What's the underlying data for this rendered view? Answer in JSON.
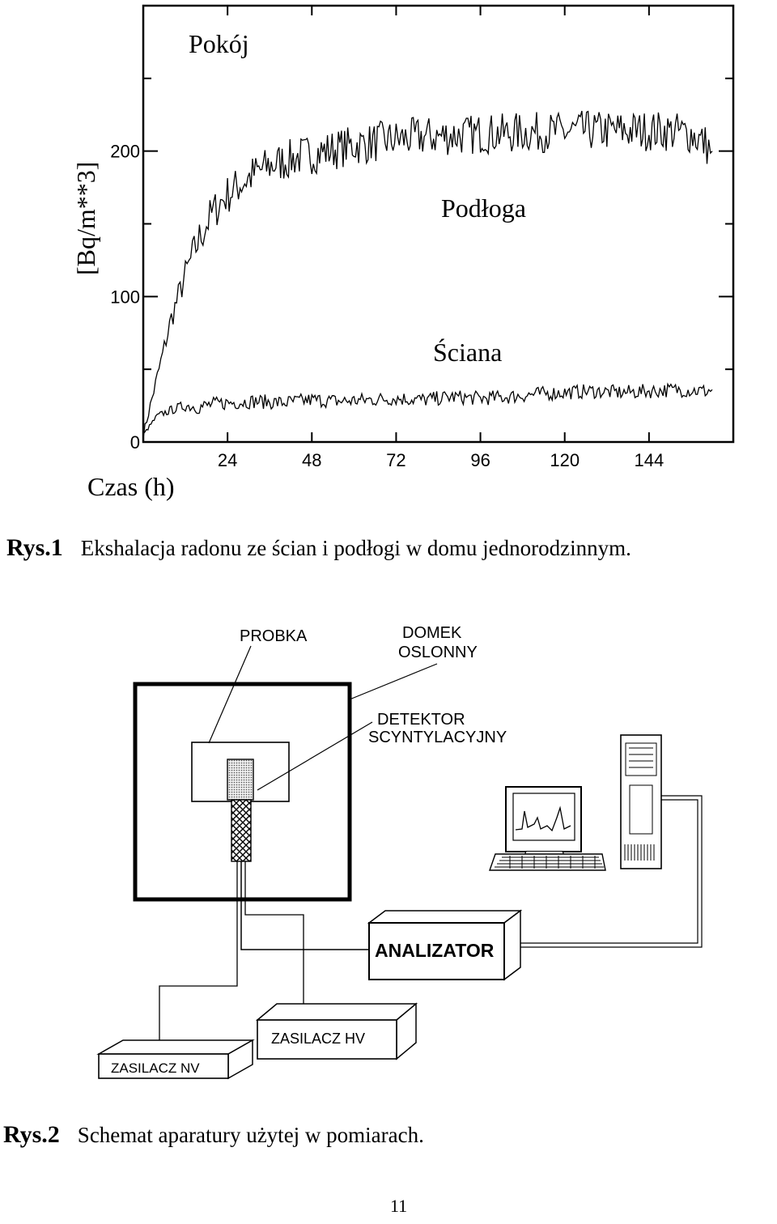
{
  "figure1": {
    "caption_label": "Rys.1",
    "caption_text": "Ekshalacja radonu ze ścian i podłogi w domu jednorodzinnym."
  },
  "figure2": {
    "caption_label": "Rys.2",
    "caption_text": "Schemat aparatury użytej w pomiarach.",
    "labels": {
      "probka": "PROBKA",
      "domek_line1": "DOMEK",
      "domek_line2": "OSLONNY",
      "detektor_line1": "DETEKTOR",
      "detektor_line2": "SCYNTYLACYJNY",
      "analizator": "ANALIZATOR",
      "zasilacz_nv": "ZASILACZ NV",
      "zasilacz_hv": "ZASILACZ HV"
    }
  },
  "page_number": "11",
  "chart_data": {
    "type": "line",
    "title": "",
    "xlabel": "Czas (h)",
    "ylabel": "[Bq/m**3]",
    "xlim": [
      0,
      168
    ],
    "ylim": [
      0,
      300
    ],
    "x_ticks": [
      24,
      48,
      72,
      96,
      120,
      144
    ],
    "x_tick_labels": [
      "24",
      "48",
      "72",
      "96",
      "120",
      "144"
    ],
    "y_ticks": [
      0,
      100,
      200
    ],
    "y_tick_labels": [
      "0",
      "100",
      "200"
    ],
    "annotations": [
      "Pokój"
    ],
    "series": [
      {
        "name": "Podłoga",
        "x": [
          0,
          2,
          4,
          6,
          8,
          10,
          12,
          14,
          16,
          18,
          20,
          22,
          24,
          28,
          32,
          36,
          40,
          44,
          48,
          52,
          56,
          60,
          64,
          68,
          72,
          76,
          80,
          84,
          88,
          92,
          96,
          100,
          104,
          108,
          112,
          116,
          120,
          124,
          128,
          132,
          136,
          140,
          144,
          148,
          152,
          156,
          160,
          162
        ],
        "y": [
          5,
          25,
          45,
          65,
          85,
          100,
          115,
          128,
          140,
          150,
          158,
          165,
          170,
          178,
          185,
          190,
          193,
          196,
          198,
          200,
          202,
          204,
          205,
          207,
          208,
          209,
          210,
          210,
          211,
          211,
          212,
          212,
          212,
          213,
          213,
          213,
          213,
          214,
          214,
          214,
          214,
          214,
          214,
          214,
          213,
          212,
          205,
          200
        ]
      },
      {
        "name": "Ściana",
        "x": [
          0,
          4,
          8,
          12,
          16,
          20,
          24,
          32,
          40,
          48,
          56,
          64,
          72,
          80,
          88,
          96,
          104,
          112,
          120,
          128,
          136,
          144,
          152,
          160,
          162
        ],
        "y": [
          5,
          18,
          22,
          25,
          24,
          26,
          27,
          28,
          27,
          29,
          28,
          29,
          30,
          29,
          31,
          30,
          31,
          33,
          34,
          35,
          34,
          35,
          36,
          35,
          36
        ]
      }
    ]
  }
}
